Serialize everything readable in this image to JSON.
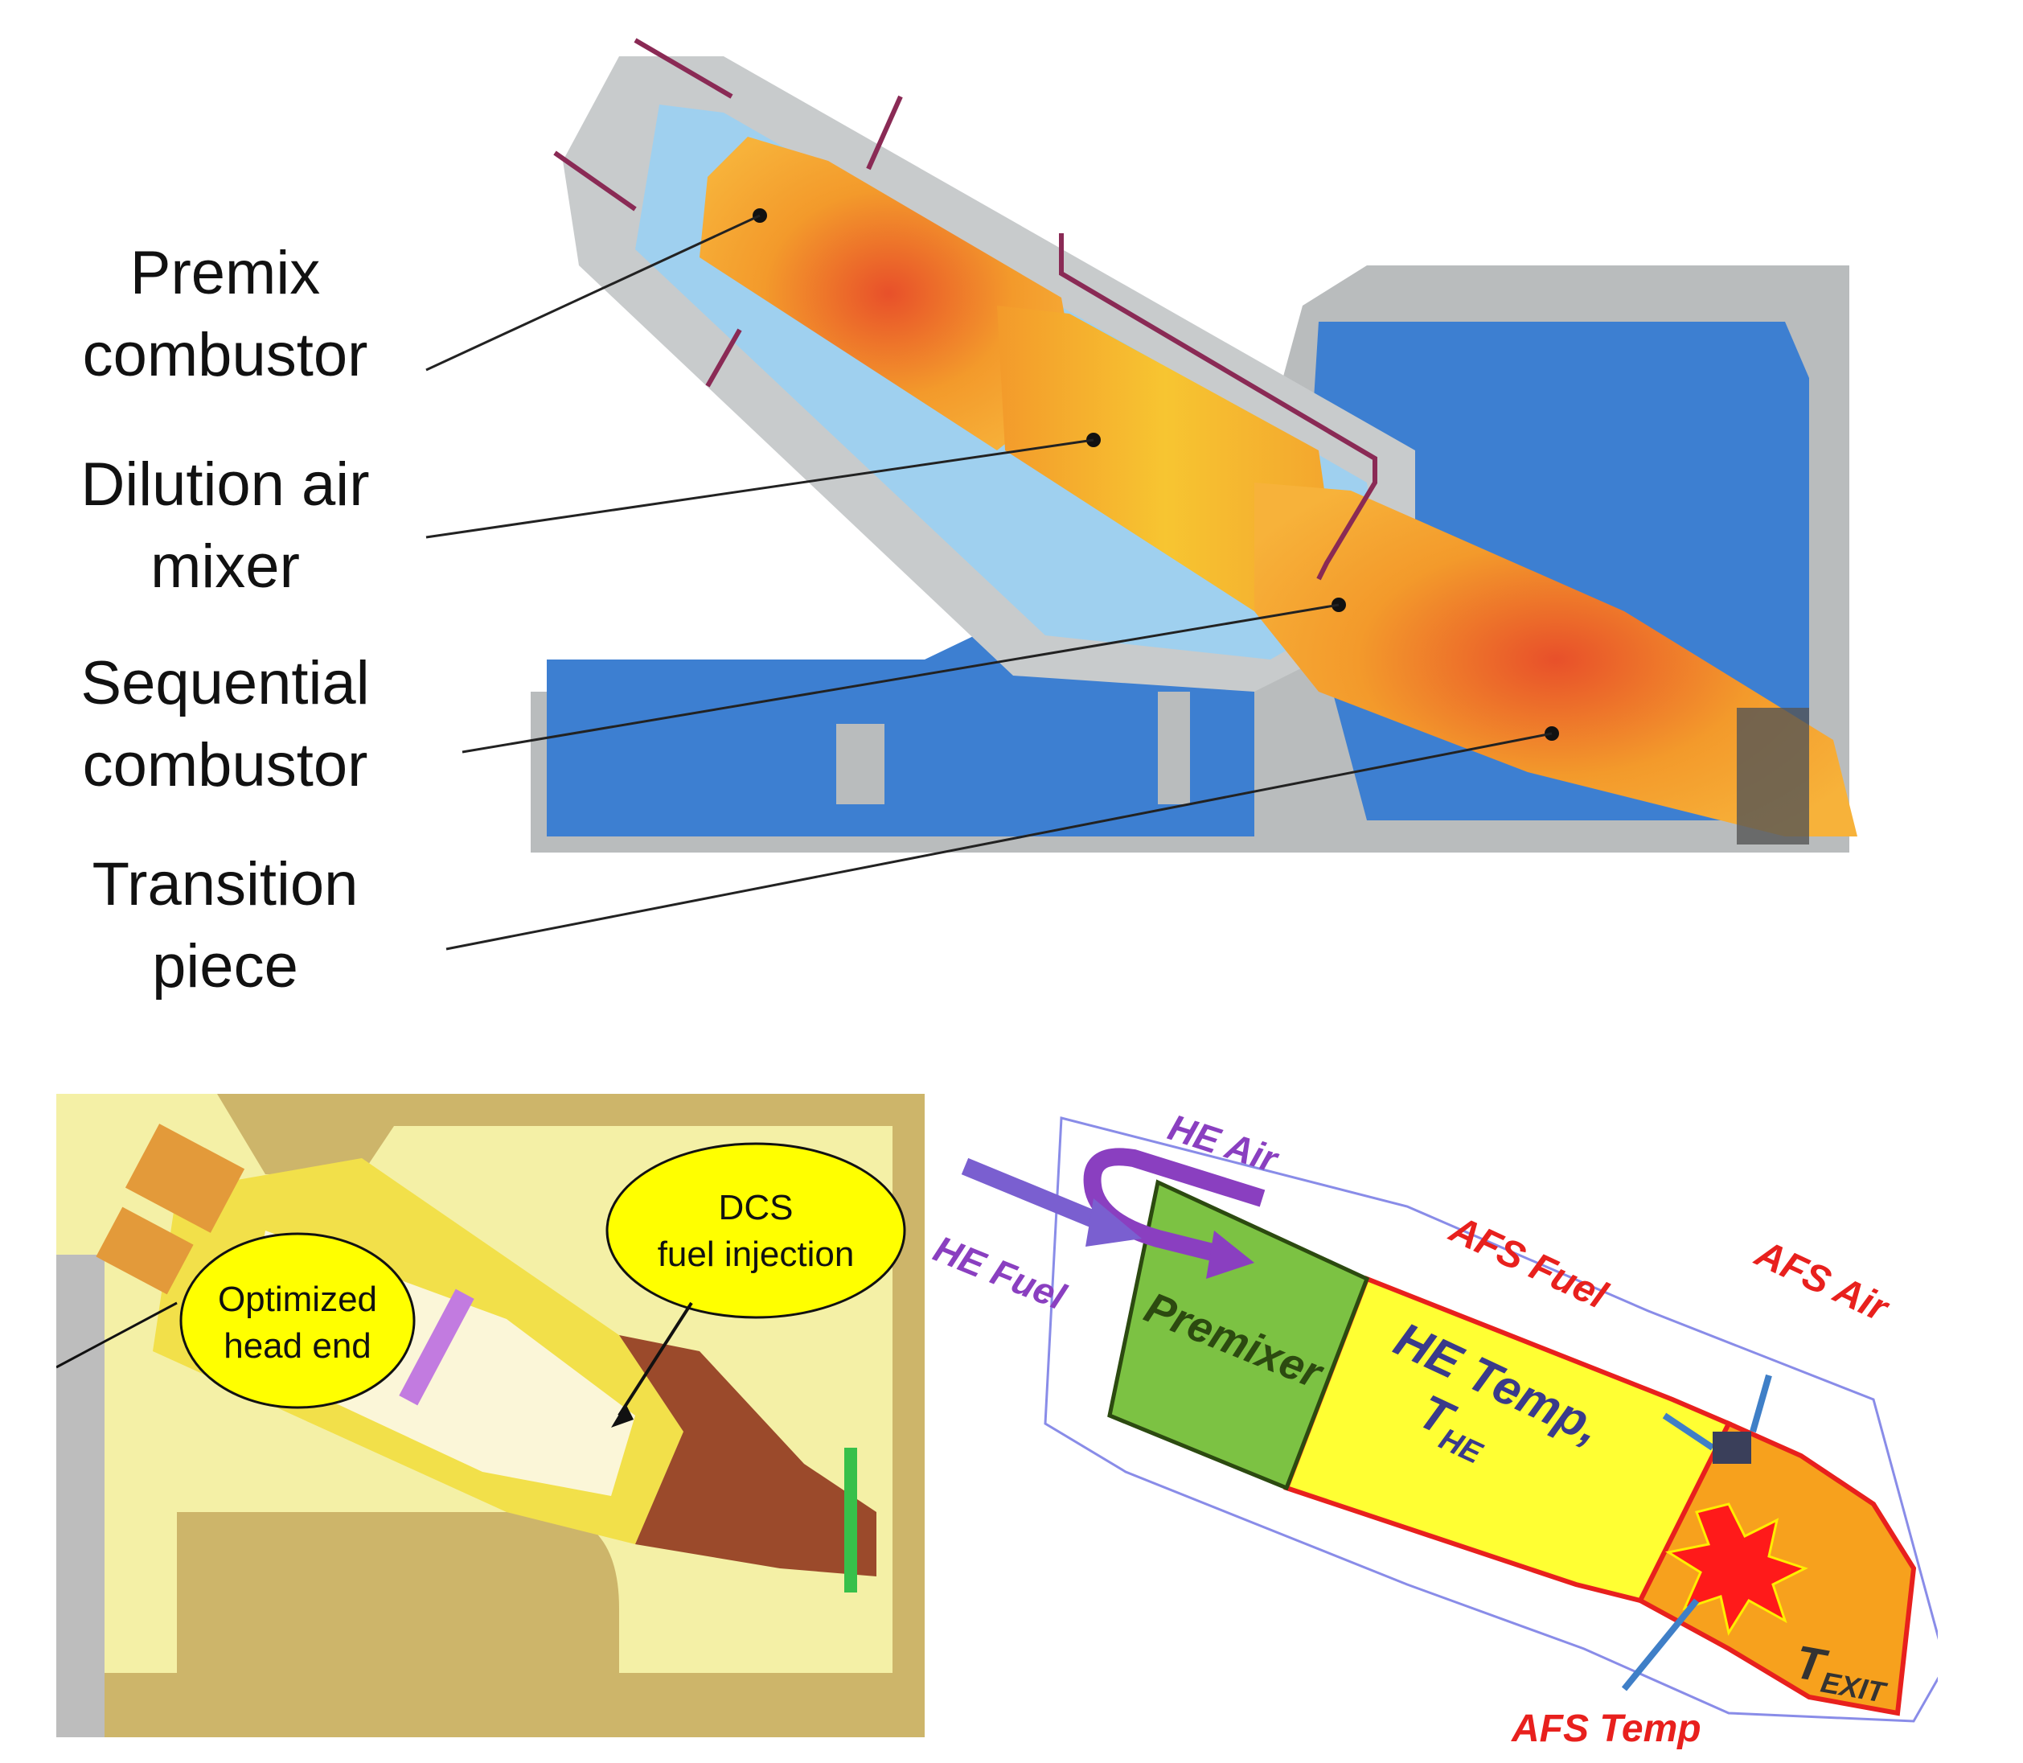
{
  "top_diagram": {
    "labels": [
      {
        "line1": "Premix",
        "line2": "combustor"
      },
      {
        "line1": "Dilution air",
        "line2": "mixer"
      },
      {
        "line1": "Sequential",
        "line2": "combustor"
      },
      {
        "line1": "Transition",
        "line2": "piece"
      }
    ]
  },
  "bottom_left_diagram": {
    "bubbles": [
      {
        "line1": "Optimized",
        "line2": "head end"
      },
      {
        "line1": "DCS",
        "line2": "fuel injection"
      }
    ]
  },
  "bottom_right_diagram": {
    "he_air": "HE Air",
    "he_fuel": "HE Fuel",
    "premixer": "Premixer",
    "he_temp_line1": "HE Temp,",
    "he_temp_main": "T",
    "he_temp_sub": "HE",
    "afs_fuel": "AFS Fuel",
    "afs_air": "AFS Air",
    "afs_temp": "AFS Temp",
    "t_exit_main": "T",
    "t_exit_sub": "EXIT"
  },
  "colors": {
    "flame_orange": "#f39a2b",
    "flame_yellow": "#f7c531",
    "flame_red": "#e8502a",
    "coolant_blue": "#3d7fd1",
    "light_blue": "#9fd0ef",
    "housing_gray": "#b9bcbd",
    "cad_yellow": "#f4f0a6",
    "cad_gold": "#cdb56a",
    "purple": "#7a2fa8",
    "afs_red": "#e8201d",
    "premixer_green": "#7cc243",
    "arrow_blue": "#3f7fc7"
  }
}
